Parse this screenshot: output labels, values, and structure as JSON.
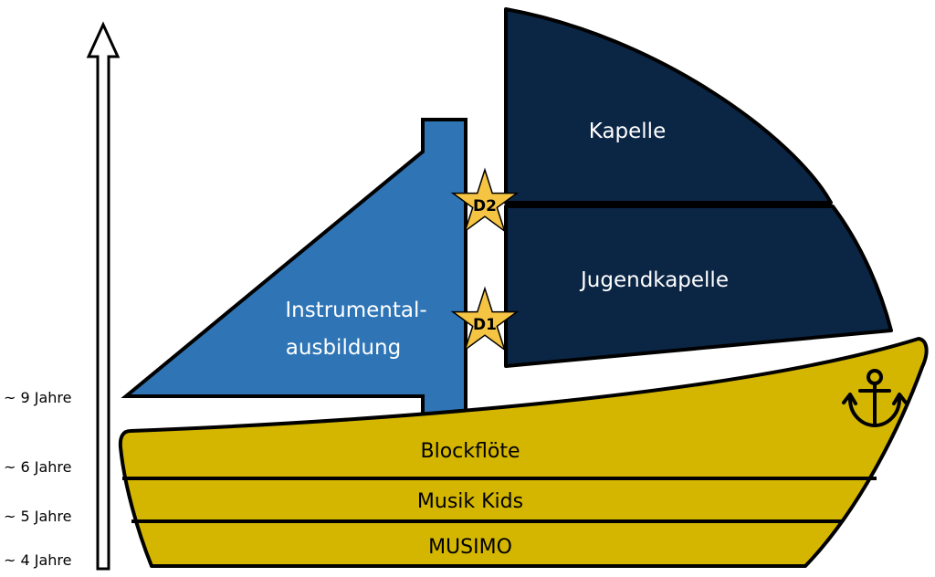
{
  "colors": {
    "dark_sail": "#0b2545",
    "light_sail": "#2f75b6",
    "hull": "#d4b600",
    "star": "#f5c443",
    "outline": "#000000",
    "arrow_fill": "#ffffff"
  },
  "sails": {
    "upper_right": "Kapelle",
    "lower_right": "Jugendkapelle",
    "left_line1": "Instrumental-",
    "left_line2": "ausbildung"
  },
  "stars": {
    "upper": "D2",
    "lower": "D1"
  },
  "hull": {
    "top_band": "Blockflöte",
    "middle_band": "Musik Kids",
    "bottom_band": "MUSIMO",
    "emblem": "anchor-icon"
  },
  "ages": {
    "age_9": "~ 9 Jahre",
    "age_6": "~ 6 Jahre",
    "age_5": "~ 5 Jahre",
    "age_4": "~ 4 Jahre"
  }
}
